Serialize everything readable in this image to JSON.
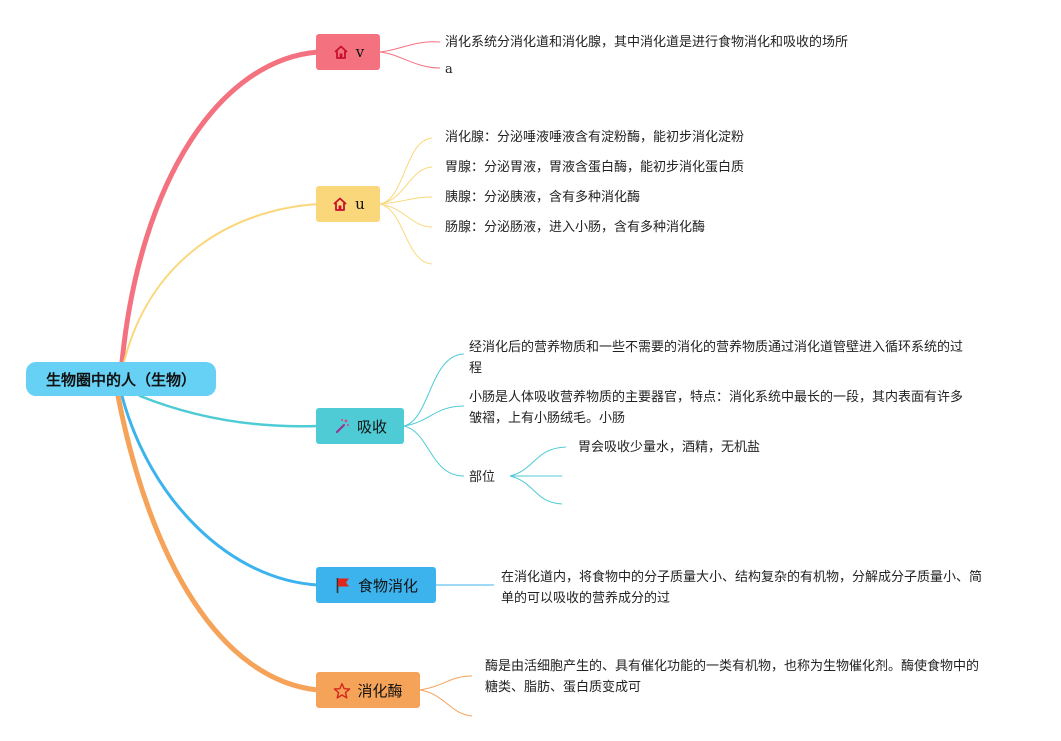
{
  "root": {
    "label": "生物圈中的人（生物）"
  },
  "branches": [
    {
      "label": "v",
      "icon": "home-icon",
      "color": "#f47280",
      "leaves": [
        "消化系统分消化道和消化腺，其中消化道是进行食物消化和吸收的场所",
        "a"
      ]
    },
    {
      "label": "u",
      "icon": "home-icon",
      "color": "#f9d77a",
      "leaves": [
        "消化腺：分泌唾液唾液含有淀粉酶，能初步消化淀粉",
        "胃腺：分泌胃液，胃液含蛋白酶，能初步消化蛋白质",
        "胰腺：分泌胰液，含有多种消化酶",
        "肠腺：分泌肠液，进入小肠，含有多种消化酶"
      ]
    },
    {
      "label": "吸收",
      "icon": "magic-wand-icon",
      "color": "#4fcbd6",
      "leaves": [
        "经消化后的营养物质和一些不需要的消化的营养物质通过消化道管壁进入循环系统的过程",
        "小肠是人体吸收营养物质的主要器官，特点：消化系统中最长的一段，其内表面有许多皱褶，上有小肠绒毛。小肠",
        "部位"
      ],
      "sub": {
        "parent": "部位",
        "leaves": [
          "胃会吸收少量水，酒精，无机盐"
        ]
      }
    },
    {
      "label": "食物消化",
      "icon": "flag-icon",
      "color": "#3db3ee",
      "leaves": [
        "在消化道内，将食物中的分子质量大小、结构复杂的有机物，分解成分子质量小、简单的可以吸收的营养成分的过"
      ]
    },
    {
      "label": "消化酶",
      "icon": "star-icon",
      "color": "#f6a35a",
      "leaves": [
        "酶是由活细胞产生的、具有催化功能的一类有机物，也称为生物催化剂。酶使食物中的糖类、脂肪、蛋白质变成可"
      ]
    }
  ]
}
